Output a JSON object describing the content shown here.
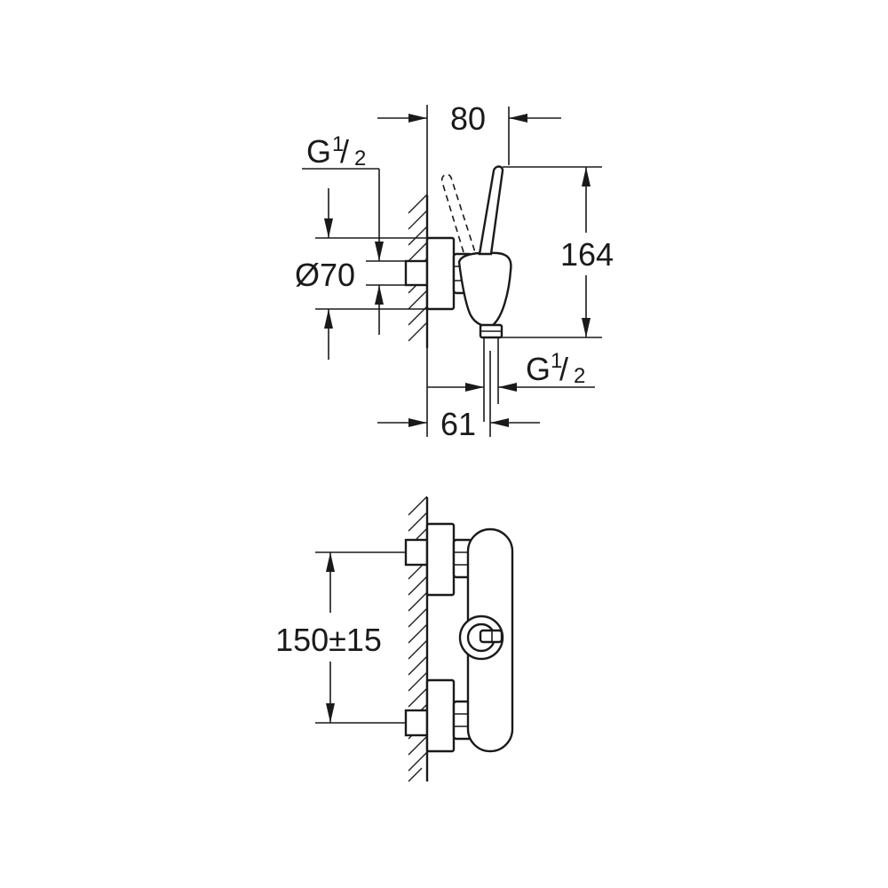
{
  "side_view": {
    "dim_width_top": "80",
    "dim_height": "164",
    "dim_diameter": "Ø70",
    "dim_depth_bottom": "61",
    "thread_inlet": {
      "main": "G",
      "num": "1",
      "den": "2"
    },
    "thread_outlet": {
      "main": "G",
      "num": "1",
      "den": "2"
    }
  },
  "front_view": {
    "dim_centers": "150±15"
  },
  "colors": {
    "line": "#1a1a1a",
    "background": "#ffffff"
  }
}
